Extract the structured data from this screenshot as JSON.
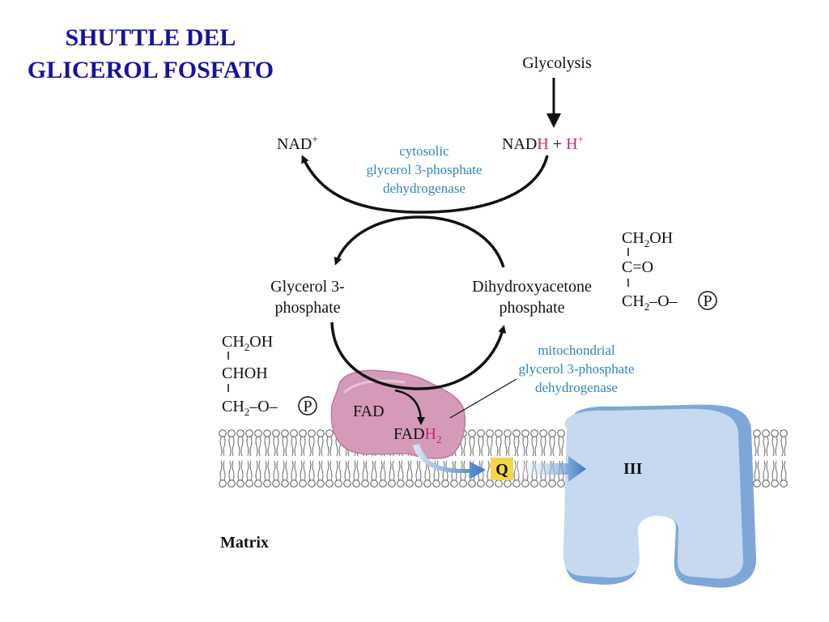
{
  "title": {
    "line1": "SHUTTLE  DEL",
    "line2": "GLICEROL FOSFATO"
  },
  "colors": {
    "title": "#14149e",
    "enzyme_text": "#2f84b8",
    "hydrogen": "#c8247a",
    "arrow": "#111111",
    "enzyme_blob": "#d59ab9",
    "complex_III": "#c6d9f1",
    "complex_III_edge": "#7ea6d6",
    "flow_arrow": "#3a78c2",
    "quinone_bg": "#f1d84a"
  },
  "labels": {
    "glycolysis": "Glycolysis",
    "nad": "NAD",
    "nad_sup": "+",
    "nadh": "NAD",
    "nadh_h": "H",
    "plus": " + ",
    "h_plus": "H",
    "h_plus_sup": "+",
    "glycerol3p_line1": "Glycerol 3-",
    "glycerol3p_line2": "phosphate",
    "dhap_line1": "Dihydroxyacetone",
    "dhap_line2": "phosphate",
    "fad": "FAD",
    "fadh2": "FAD",
    "fadh2_h": "H",
    "fadh2_sub": "2",
    "q": "Q",
    "complex3": "III",
    "matrix": "Matrix"
  },
  "enzymes": {
    "cytosolic": [
      "cytosolic",
      "glycerol 3-phosphate",
      "dehydrogenase"
    ],
    "mitochondrial": [
      "mitochondrial",
      "glycerol 3-phosphate",
      "dehydrogenase"
    ]
  },
  "structures": {
    "dhap": {
      "row1": "CH",
      "row1_sub": "2",
      "row1_end": "OH",
      "row2": "C=O",
      "row3": "CH",
      "row3_sub": "2",
      "row3_mid": "–O–",
      "row3_p": "P"
    },
    "glycerol3p": {
      "row1": "CH",
      "row1_sub": "2",
      "row1_end": "OH",
      "row2": "CHOH",
      "row3": "CH",
      "row3_sub": "2",
      "row3_mid": "–O–",
      "row3_p": "P"
    }
  }
}
